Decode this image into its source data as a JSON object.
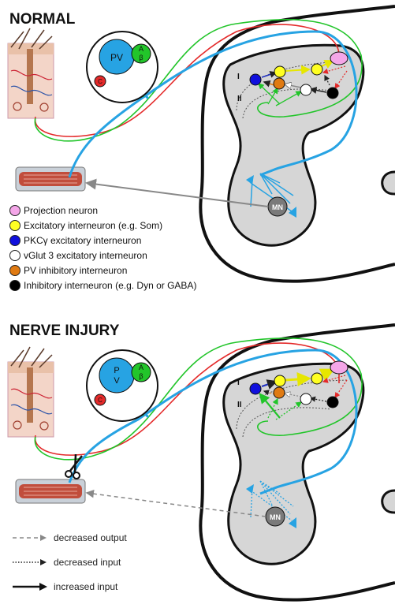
{
  "sections": {
    "normal": {
      "title": "NORMAL"
    },
    "injury": {
      "title": "NERVE INJURY"
    }
  },
  "fibers": {
    "pv": "PV",
    "pv_split": [
      "P",
      "V"
    ],
    "abeta": [
      "A",
      "β"
    ],
    "c": "C"
  },
  "motor_neuron": "MN",
  "laminae": [
    "I",
    "II"
  ],
  "legend": [
    {
      "label": "Projection neuron",
      "color": "#f4a6e8"
    },
    {
      "label": "Excitatory interneuron (e.g. Som)",
      "color": "#ffff22"
    },
    {
      "label": "PKCγ excitatory interneuron",
      "color": "#1010dd"
    },
    {
      "label": "vGlut 3 excitatory interneuron",
      "color": "#ffffff"
    },
    {
      "label": "PV inhibitory interneuron",
      "color": "#e07a12"
    },
    {
      "label": "Inhibitory interneuron (e.g. Dyn or GABA)",
      "color": "#000000"
    }
  ],
  "key": [
    {
      "label": "decreased output",
      "style": "dashed"
    },
    {
      "label": "decreased input",
      "style": "dotted"
    },
    {
      "label": "increased input",
      "style": "solid"
    }
  ],
  "colors": {
    "red": "#e42a2a",
    "green": "#22c52a",
    "blue": "#27a3e3",
    "cord": "#d6d6d6"
  }
}
